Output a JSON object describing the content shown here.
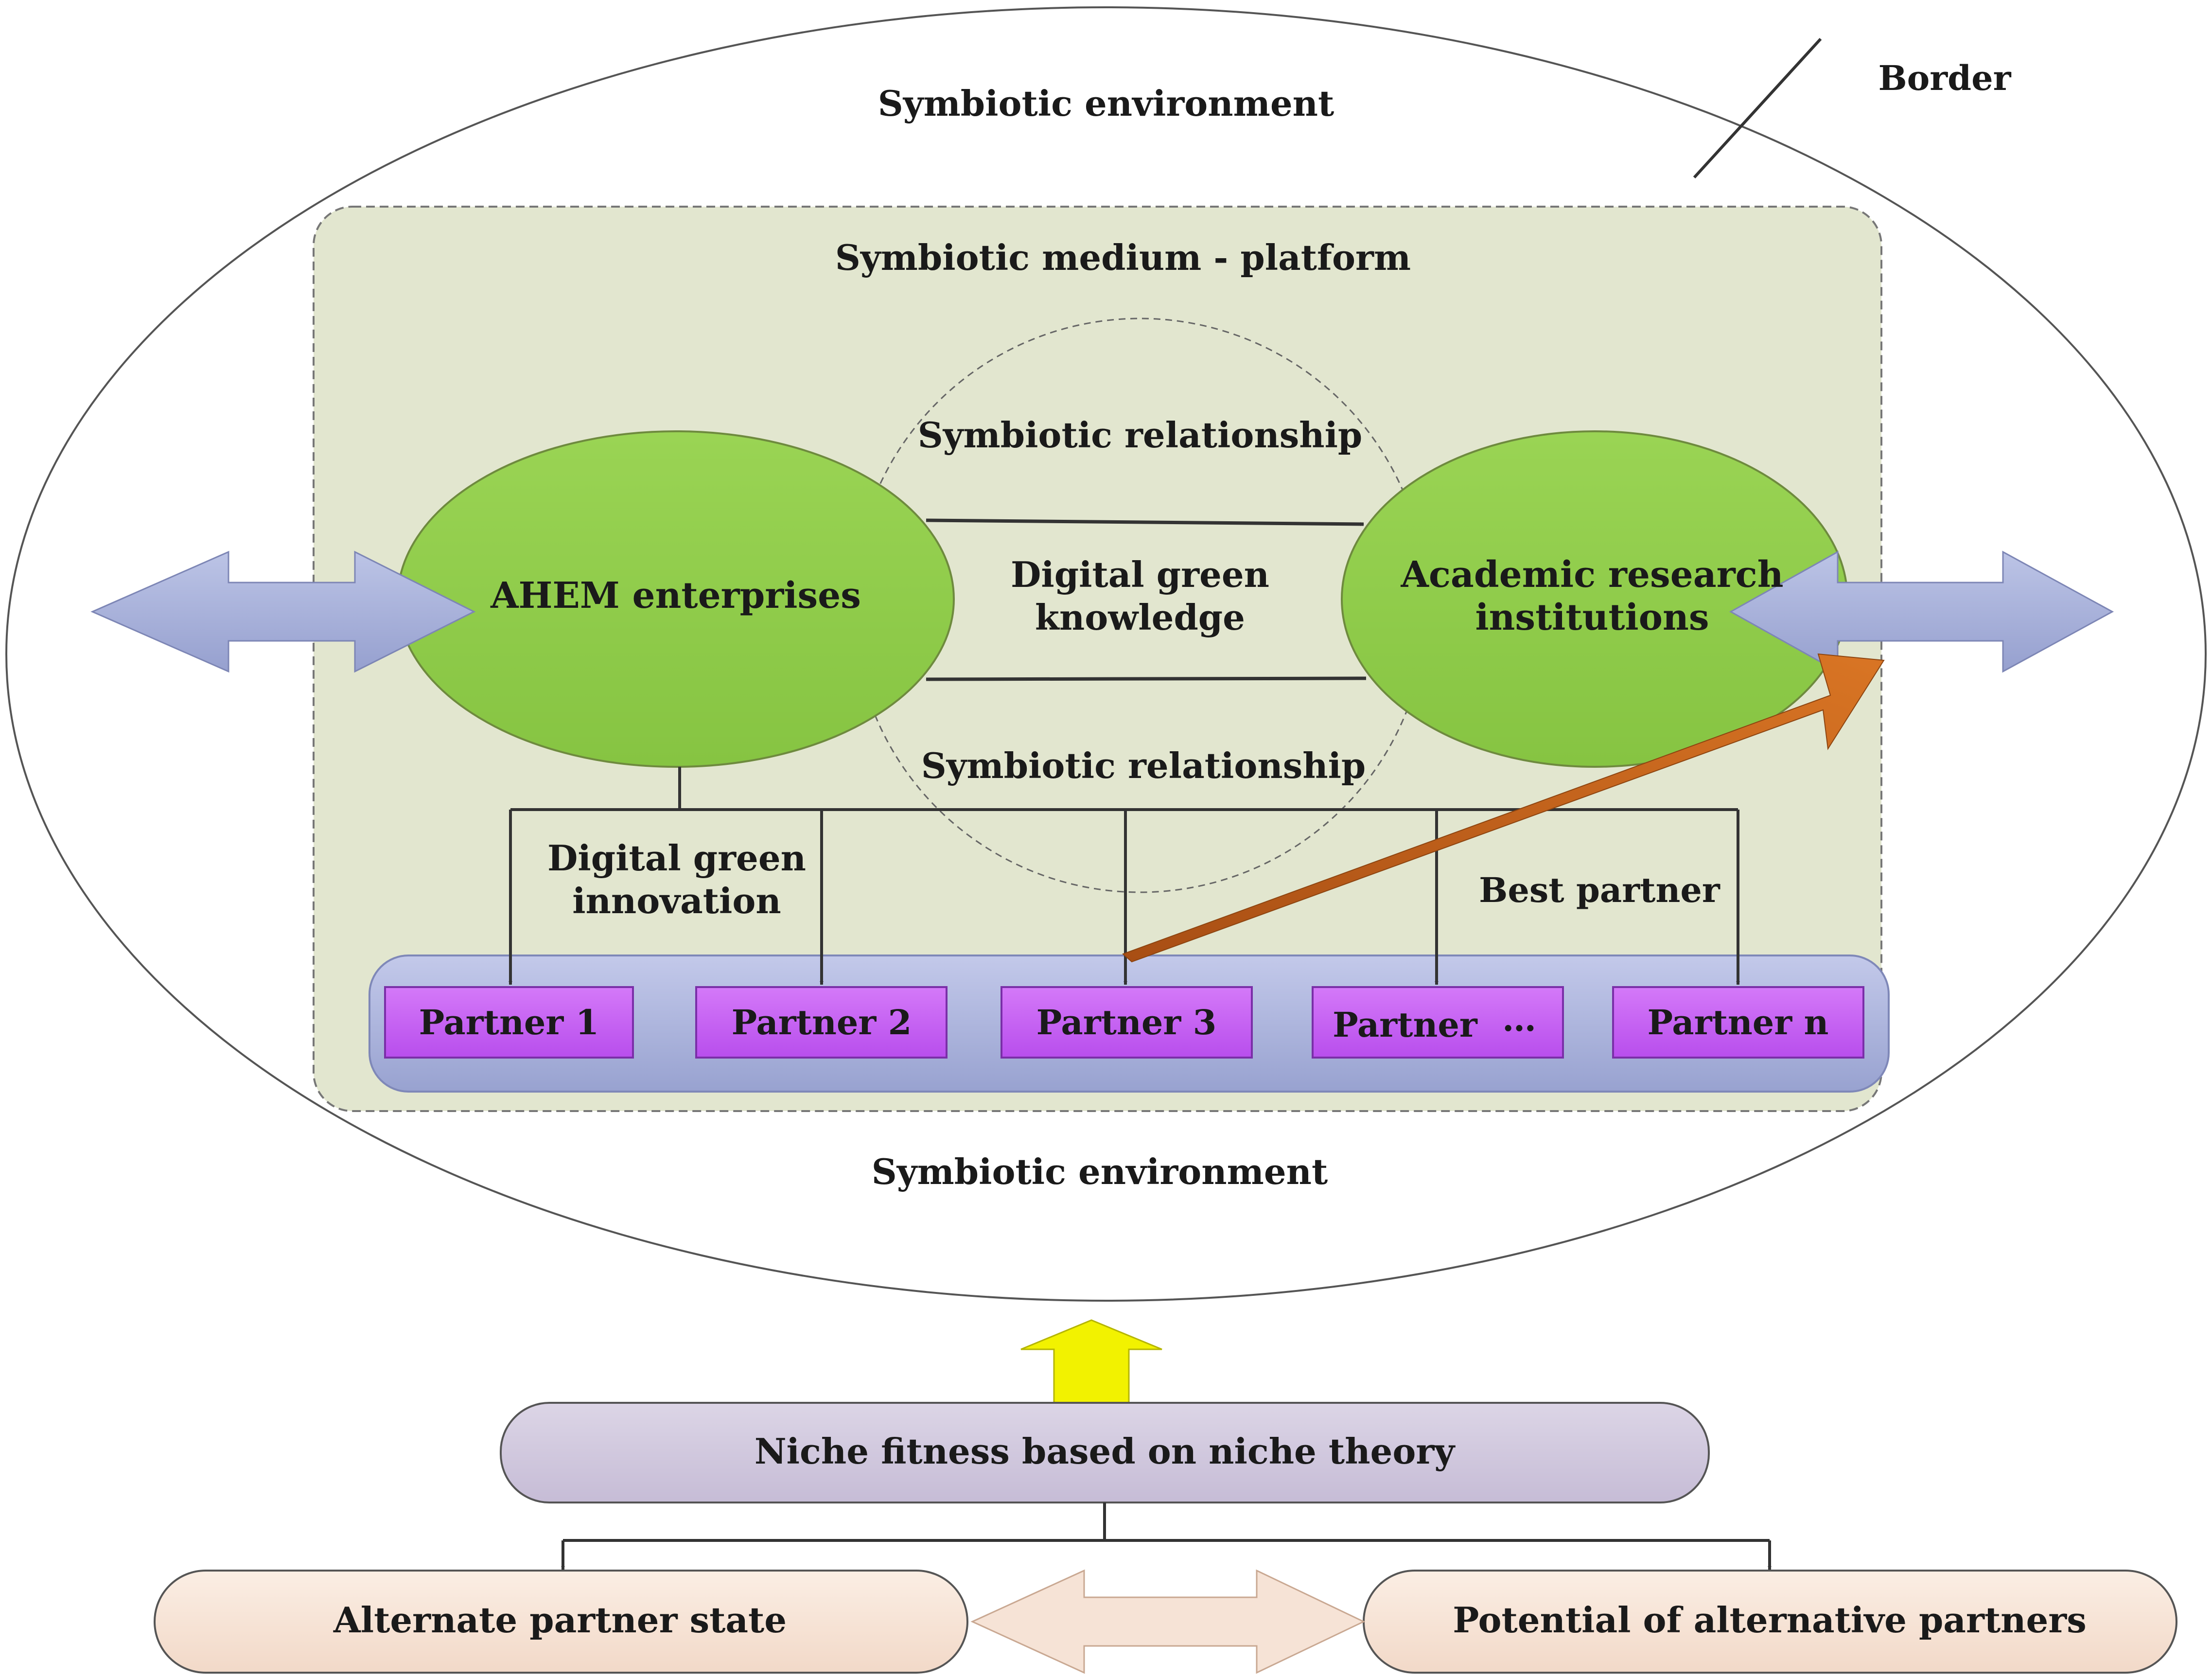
{
  "labels": {
    "border": "Border",
    "env_top": "Symbiotic environment",
    "env_bottom": "Symbiotic environment",
    "platform": "Symbiotic medium - platform",
    "rel_top": "Symbiotic relationship",
    "rel_bottom": "Symbiotic relationship",
    "knowledge_line1": "Digital green",
    "knowledge_line2": "knowledge",
    "innovation_line1": "Digital green",
    "innovation_line2": "innovation",
    "best_partner": "Best partner",
    "ahem": "AHEM enterprises",
    "academic_line1": "Academic research",
    "academic_line2": "institutions",
    "niche": "Niche fitness based on niche theory",
    "alternate_state": "Alternate partner state",
    "potential": "Potential of alternative partners"
  },
  "partners": [
    "Partner 1",
    "Partner 2",
    "Partner 3",
    "Partner",
    "Partner n"
  ],
  "partner_ellipsis": "…",
  "colors": {
    "green": "#8fcc4a",
    "green_stroke": "#6e8a3e",
    "platform_fill": "#e2e6cf",
    "partner_band": "#a7b0d8",
    "partner_box": "#c35cf3",
    "blue_arrow": "#a5afd8",
    "orange_arrow": "#c8641c",
    "yellow_arrow": "#f2f200",
    "niche_fill": "#d0c8dd",
    "peach_fill": "#f6e3d6"
  }
}
